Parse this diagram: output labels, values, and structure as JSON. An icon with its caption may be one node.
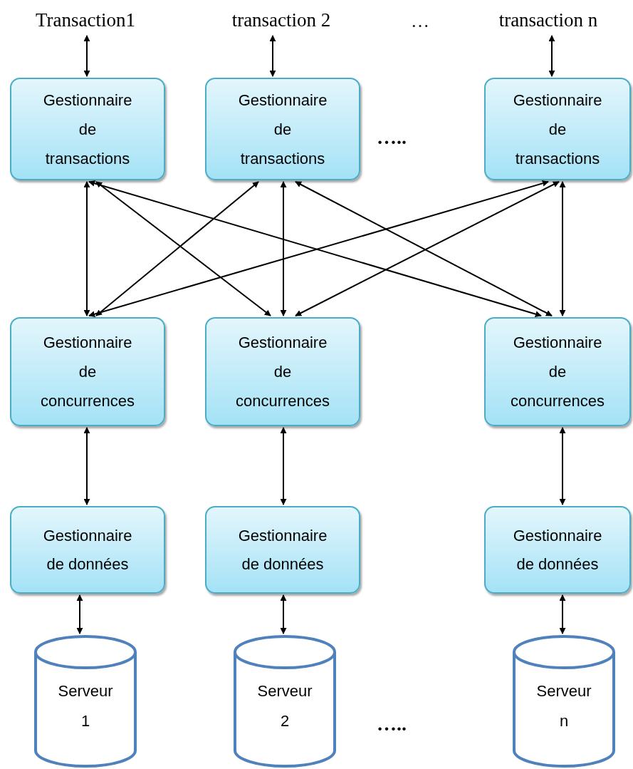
{
  "diagram": {
    "nodes": [
      {
        "text": [
          "Transaction1"
        ]
      },
      {
        "text": [
          "transaction 2"
        ]
      },
      {
        "text": [
          "transaction n"
        ]
      },
      {
        "text": [
          "Gestionnaire de transactions"
        ]
      },
      {
        "text": [
          "Gestionnaire de transactions"
        ]
      },
      {
        "text": [
          "Gestionnaire de transactions"
        ]
      },
      {
        "text": [
          "Gestionnaire de concurrences"
        ]
      },
      {
        "text": [
          "Gestionnaire de concurrences"
        ]
      },
      {
        "text": [
          "Gestionnaire de concurrences"
        ]
      },
      {
        "text": [
          "Gestionnaire de données"
        ]
      },
      {
        "text": [
          "Gestionnaire de données"
        ]
      },
      {
        "text": [
          "Gestionnaire de données"
        ]
      },
      {
        "text": [
          "Serveur 1"
        ]
      },
      {
        "text": [
          "Serveur 2"
        ]
      },
      {
        "text": [
          "Serveur n"
        ]
      }
    ],
    "edges": [
      {
        "from": 0,
        "to": 3,
        "arrow": "both"
      },
      {
        "from": 1,
        "to": 4,
        "arrow": "both"
      },
      {
        "from": 2,
        "to": 5,
        "arrow": "both"
      },
      {
        "from": 3,
        "to": 6,
        "arrow": "both"
      },
      {
        "from": 3,
        "to": 7,
        "arrow": "both"
      },
      {
        "from": 3,
        "to": 8,
        "arrow": "both"
      },
      {
        "from": 4,
        "to": 6,
        "arrow": "both"
      },
      {
        "from": 4,
        "to": 7,
        "arrow": "both"
      },
      {
        "from": 4,
        "to": 8,
        "arrow": "both"
      },
      {
        "from": 5,
        "to": 6,
        "arrow": "both"
      },
      {
        "from": 5,
        "to": 7,
        "arrow": "both"
      },
      {
        "from": 5,
        "to": 8,
        "arrow": "both"
      },
      {
        "from": 6,
        "to": 9,
        "arrow": "both"
      },
      {
        "from": 7,
        "to": 10,
        "arrow": "both"
      },
      {
        "from": 8,
        "to": 11,
        "arrow": "both"
      },
      {
        "from": 9,
        "to": 12,
        "arrow": "both"
      },
      {
        "from": 10,
        "to": 13,
        "arrow": "both"
      },
      {
        "from": 11,
        "to": 14,
        "arrow": "both"
      }
    ],
    "labels": [
      "…",
      "…..",
      "….."
    ]
  }
}
